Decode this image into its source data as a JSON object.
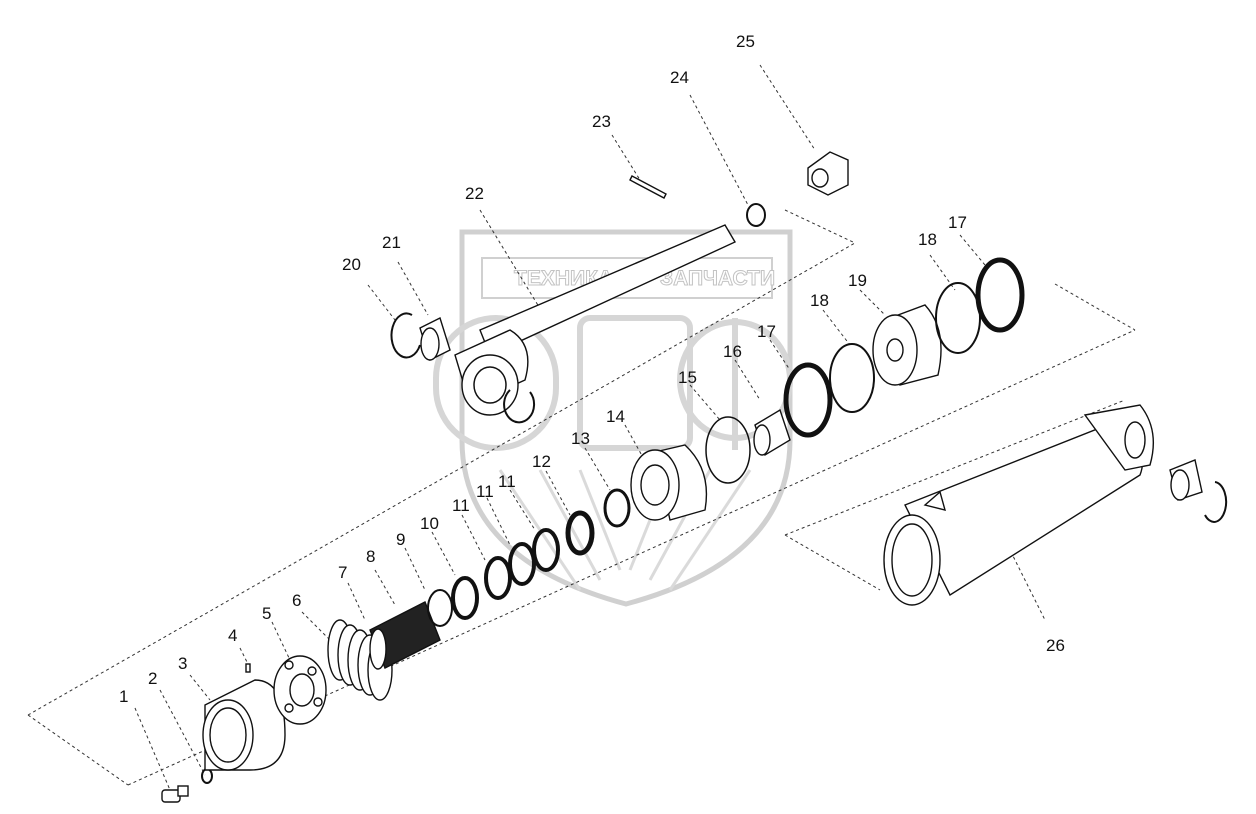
{
  "diagram": {
    "watermark": {
      "text_left": "ТЕХНИКА",
      "text_right": "ЗАПЧАСТИ",
      "gear_icon": "gear-icon",
      "logo_letters": "ОПФ"
    },
    "callouts": [
      "1",
      "2",
      "3",
      "4",
      "5",
      "6",
      "7",
      "8",
      "9",
      "10",
      "11",
      "11",
      "11",
      "12",
      "13",
      "14",
      "15",
      "16",
      "17",
      "18",
      "19",
      "18",
      "17",
      "20",
      "21",
      "22",
      "23",
      "24",
      "25",
      "26"
    ],
    "colors": {
      "line": "#111111",
      "watermark": "#b9b9b9",
      "background": "#ffffff"
    }
  }
}
